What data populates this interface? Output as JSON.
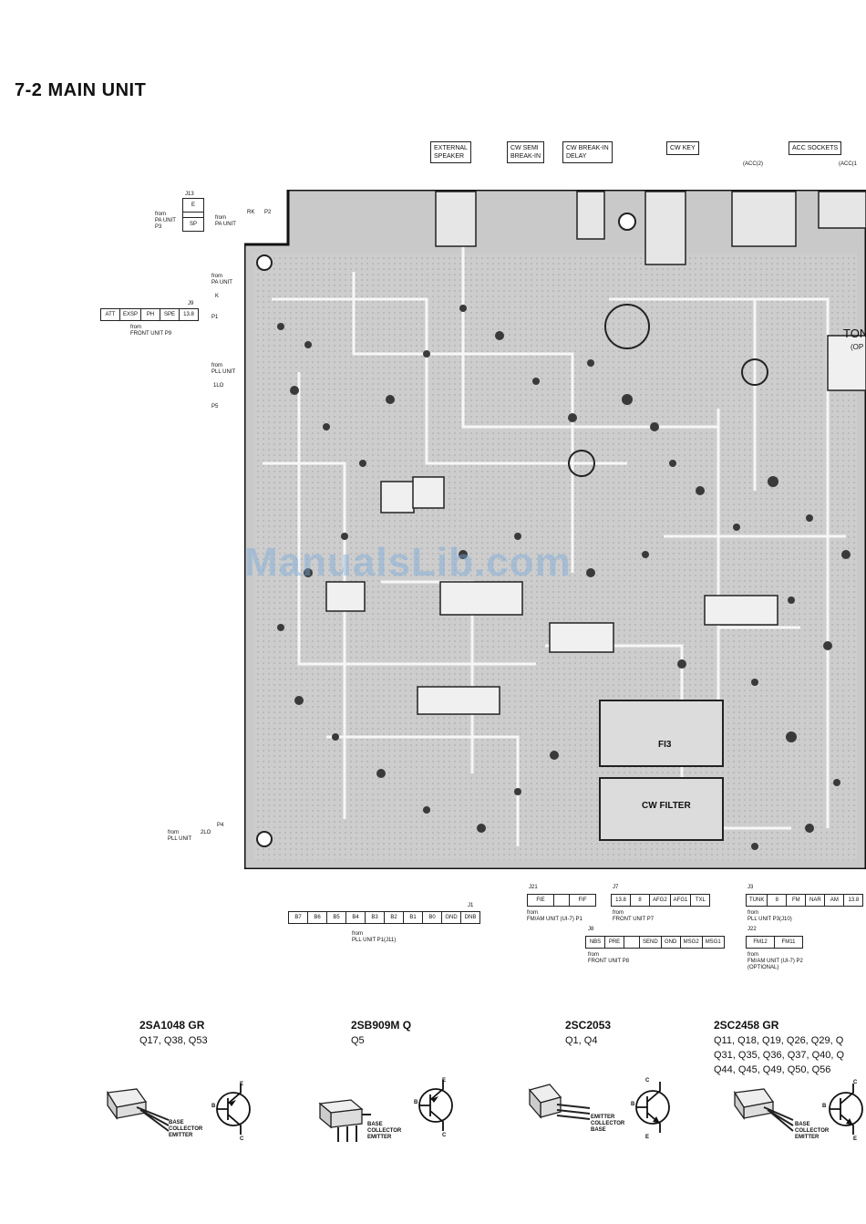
{
  "title": "7-2  MAIN UNIT",
  "watermark": "ManualsLib.com",
  "top_labels": [
    {
      "id": "ext",
      "text": "EXTERNAL\nSPEAKER"
    },
    {
      "id": "semi",
      "text": "CW SEMI\nBREAK-IN"
    },
    {
      "id": "delay",
      "text": "CW BREAK-IN\nDELAY"
    },
    {
      "id": "key",
      "text": "CW KEY"
    },
    {
      "id": "acc",
      "text": "ACC SOCKETS"
    }
  ],
  "acc_labels": [
    "(ACC(2)",
    "(ACC(1"
  ],
  "left_connectors": {
    "j13": {
      "name": "J13",
      "pins": [
        "E",
        "SP"
      ],
      "from": "from\nPA UNIT\nP3"
    },
    "p2": {
      "name": "P2",
      "from": "from\nPA UNIT",
      "pin": "RK"
    },
    "p1": {
      "name": "P1",
      "from": "from\nPA UNIT",
      "pin": "K"
    },
    "j9": {
      "name": "J9",
      "pins": [
        "ATT",
        "EXSP",
        "PH",
        "SPE",
        "13.8"
      ],
      "from": "from\nFRONT UNIT P9"
    },
    "p5": {
      "name": "P5",
      "from": "from\nPLL UNIT",
      "pin": "1LO"
    },
    "p4": {
      "name": "P4",
      "from": "from\nPLL UNIT",
      "pin": "2LO"
    }
  },
  "bottom_connectors": {
    "j1": {
      "name": "J1",
      "pins": [
        "B7",
        "B6",
        "B5",
        "B4",
        "B3",
        "B2",
        "B1",
        "B0",
        "GND",
        "DNB"
      ],
      "from": "from\nPLL UNIT P1(J11)"
    },
    "j21": {
      "name": "J21",
      "pins": [
        "FIE",
        "",
        "FIF"
      ],
      "from": "from\nFM/AM UNIT (UI-7) P1"
    },
    "j7": {
      "name": "J7",
      "pins": [
        "13.8",
        "8",
        "AFG2",
        "AFG1",
        "TXL"
      ],
      "from": "from\nFRONT UNIT P7"
    },
    "j8": {
      "name": "J8",
      "pins": [
        "NBS",
        "PRE",
        "",
        "SEND",
        "GND",
        "MSG2",
        "MSG1"
      ],
      "from": "from\nFRONT UNIT P8"
    },
    "j3": {
      "name": "J3",
      "pins": [
        "TUNK",
        "8",
        "FM",
        "NAR",
        "AM",
        "13.8"
      ],
      "from": "from\nPLL UNIT P3(J10)"
    },
    "j22": {
      "name": "J22",
      "pins": [
        "FM12",
        "FM11"
      ],
      "from": "from\nFM/AM UNIT (UI-7) P2\n(OPTIONAL)"
    }
  },
  "board_labels": {
    "fi3": "FI3",
    "cw_filter": "CW FILTER",
    "tone": "TON",
    "tone_sub": "(OP"
  },
  "transistors": [
    {
      "type": "2SA1048  GR",
      "list": "Q17, Q38, Q53",
      "leads": "BASE\nCOLLECTOR\nEMITTER"
    },
    {
      "type": "2SB909M  Q",
      "list": "Q5",
      "leads": "BASE\nCOLLECTOR\nEMITTER"
    },
    {
      "type": "2SC2053",
      "list": "Q1, Q4",
      "leads": "EMITTER\nCOLLECTOR\nBASE"
    },
    {
      "type": "2SC2458  GR",
      "list": "Q11, Q18, Q19, Q26, Q29, Q\nQ31, Q35, Q36, Q37, Q40, Q\nQ44, Q45, Q49, Q50, Q56",
      "leads": "BASE\nCOLLECTOR\nEMITTER"
    }
  ],
  "symbol_pins": {
    "e": "E",
    "b": "B",
    "c": "C"
  }
}
